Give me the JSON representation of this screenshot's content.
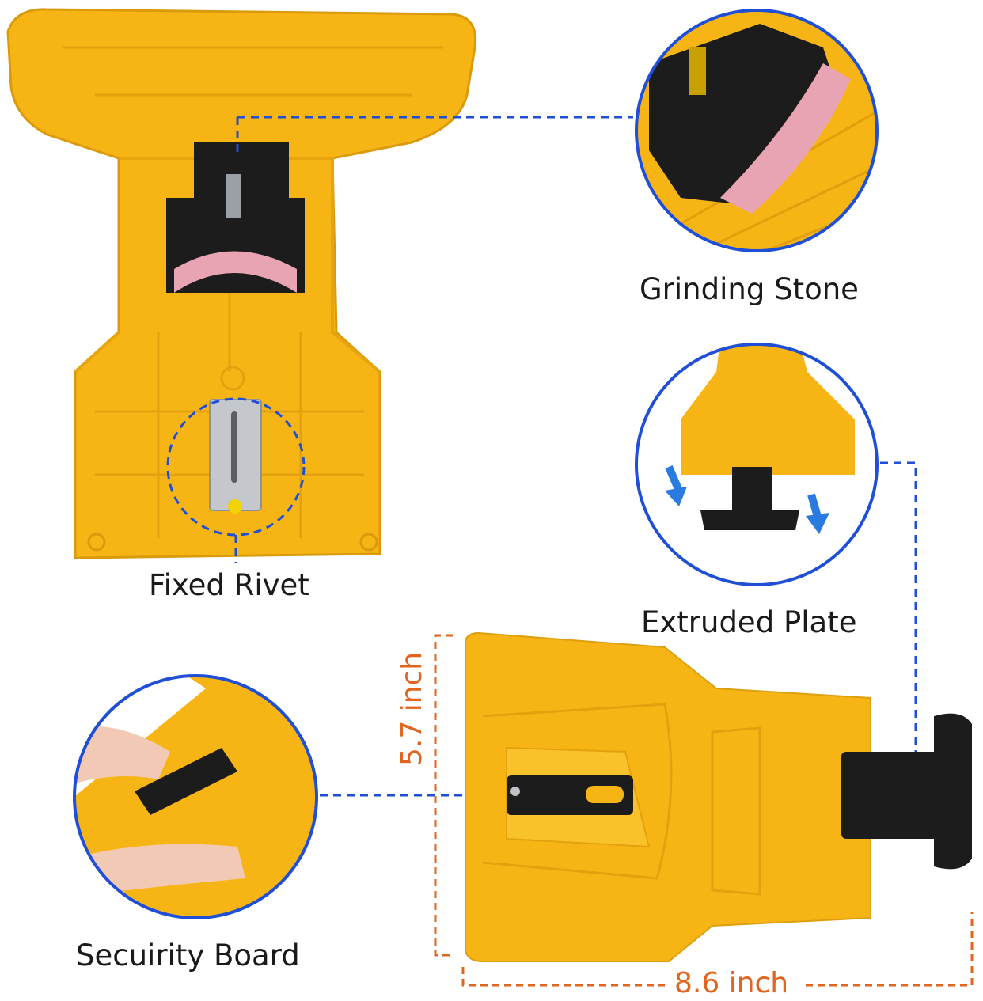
{
  "labels": {
    "grinding_stone": "Grinding Stone",
    "fixed_rivet": "Fixed Rivet",
    "extruded_plate": "Extruded Plate",
    "security_board": "Secuirity Board"
  },
  "dimensions": {
    "height": "5.7 inch",
    "width": "8.6 inch"
  },
  "colors": {
    "body_yellow": "#f7b515",
    "callout_blue": "#1f4fd6",
    "dimension_orange": "#e0651f",
    "stone_pink": "#e9a4b4",
    "black_part": "#1c1c1c"
  }
}
